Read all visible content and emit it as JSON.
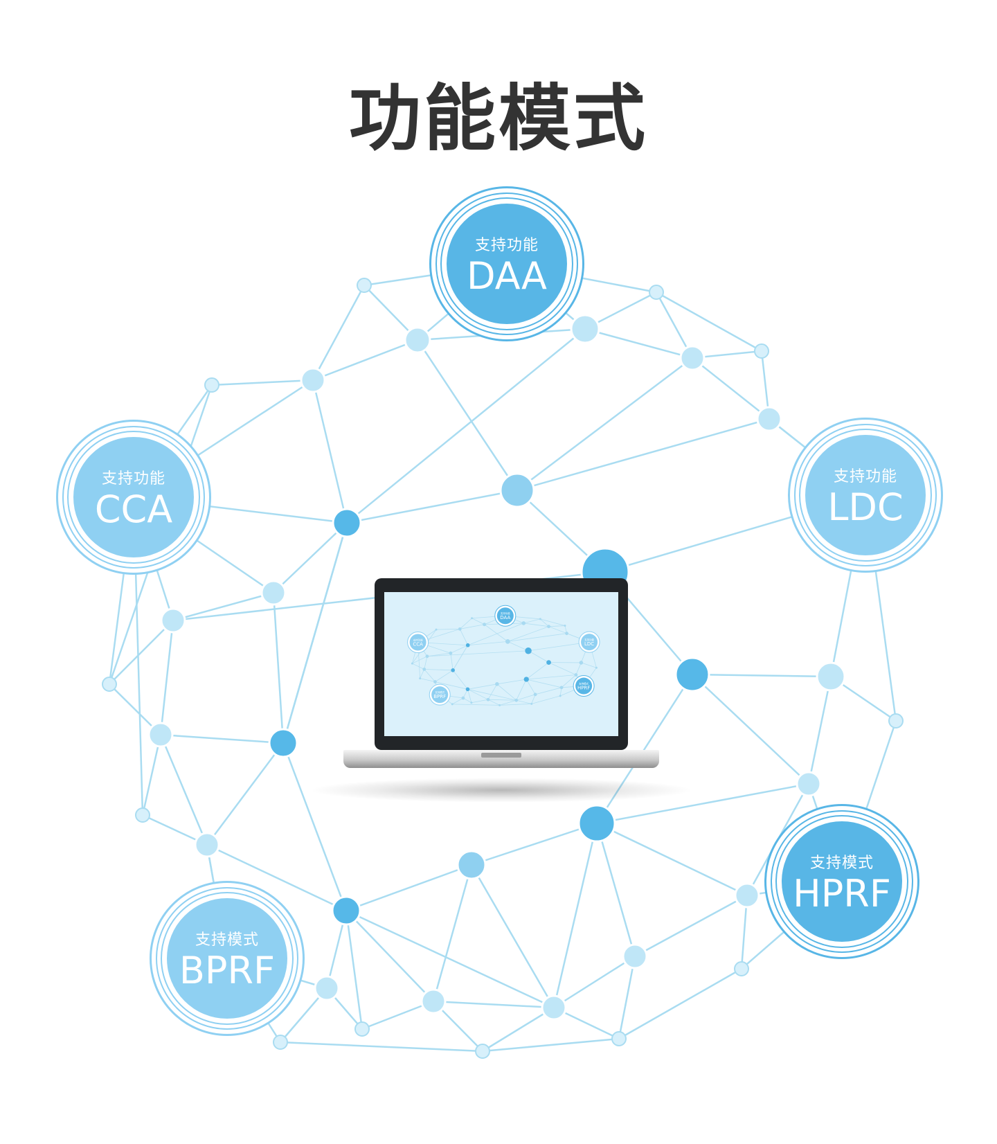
{
  "title": "功能模式",
  "colors": {
    "line": "#a9dcf1",
    "node_light": "#bfe6f7",
    "node_mid": "#8fd0f0",
    "node_dark": "#56b8e8",
    "badge_blue": "#58b6e6",
    "badge_light": "#8fd0f2"
  },
  "badges": [
    {
      "caption": "支持功能",
      "code": "DAA"
    },
    {
      "caption": "支持功能",
      "code": "CCA"
    },
    {
      "caption": "支持功能",
      "code": "LDC"
    },
    {
      "caption": "支持模式",
      "code": "HPRF"
    },
    {
      "caption": "支持模式",
      "code": "BPRF"
    }
  ],
  "laptop_screen_badges": [
    {
      "caption": "支持功能",
      "code": "DAA"
    },
    {
      "caption": "支持功能",
      "code": "CCA"
    },
    {
      "caption": "支持功能",
      "code": "LDC"
    },
    {
      "caption": "支持模式",
      "code": "HPRF"
    },
    {
      "caption": "支持模式",
      "code": "BPRF"
    }
  ]
}
